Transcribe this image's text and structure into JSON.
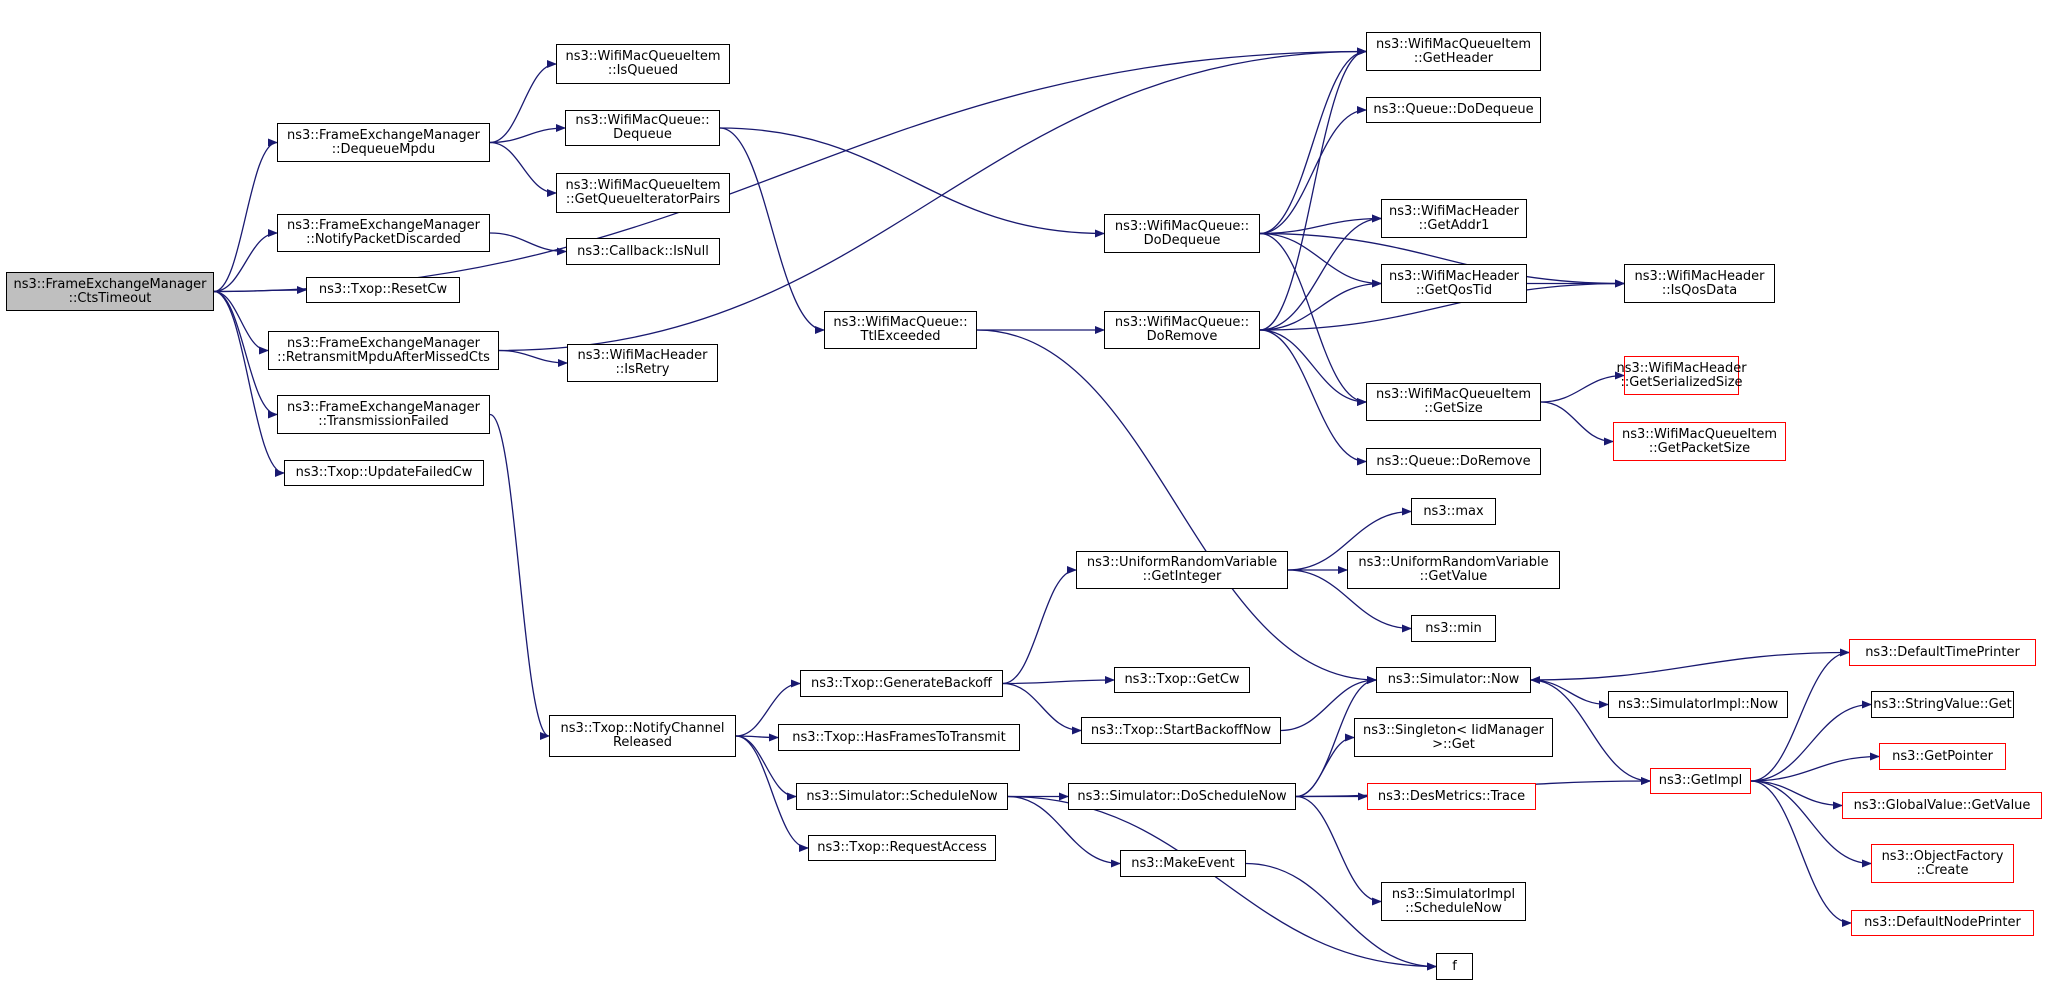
{
  "graph": {
    "edge_color": "#191970",
    "node_border_color": "#000000",
    "undocumented_border_color": "#ff0000",
    "root_fill_color": "#bfbfbf",
    "nodes": [
      {
        "id": "root",
        "lines": [
          "ns3::FrameExchangeManager",
          "::CtsTimeout"
        ],
        "style": "root"
      },
      {
        "id": "DequeueMpdu",
        "lines": [
          "ns3::FrameExchangeManager",
          "::DequeueMpdu"
        ],
        "style": "link"
      },
      {
        "id": "NotifyPacketDiscarded",
        "lines": [
          "ns3::FrameExchangeManager",
          "::NotifyPacketDiscarded"
        ],
        "style": "link"
      },
      {
        "id": "ResetCw",
        "lines": [
          "ns3::Txop::ResetCw"
        ],
        "style": "link"
      },
      {
        "id": "RetransmitMpdu",
        "lines": [
          "ns3::FrameExchangeManager",
          "::RetransmitMpduAfterMissedCts"
        ],
        "style": "link"
      },
      {
        "id": "TransmissionFailed",
        "lines": [
          "ns3::FrameExchangeManager",
          "::TransmissionFailed"
        ],
        "style": "link"
      },
      {
        "id": "UpdateFailedCw",
        "lines": [
          "ns3::Txop::UpdateFailedCw"
        ],
        "style": "link"
      },
      {
        "id": "IsQueued",
        "lines": [
          "ns3::WifiMacQueueItem",
          "::IsQueued"
        ],
        "style": "link"
      },
      {
        "id": "WMQDequeue",
        "lines": [
          "ns3::WifiMacQueue::",
          "Dequeue"
        ],
        "style": "link"
      },
      {
        "id": "GetQueueIteratorPairs",
        "lines": [
          "ns3::WifiMacQueueItem",
          "::GetQueueIteratorPairs"
        ],
        "style": "link"
      },
      {
        "id": "IsNull",
        "lines": [
          "ns3::Callback::IsNull"
        ],
        "style": "link"
      },
      {
        "id": "IsRetry",
        "lines": [
          "ns3::WifiMacHeader",
          "::IsRetry"
        ],
        "style": "link"
      },
      {
        "id": "NotifyChannelReleased",
        "lines": [
          "ns3::Txop::NotifyChannel",
          "Released"
        ],
        "style": "link"
      },
      {
        "id": "TtlExceeded",
        "lines": [
          "ns3::WifiMacQueue::",
          "TtlExceeded"
        ],
        "style": "link"
      },
      {
        "id": "DoDequeueWMQ",
        "lines": [
          "ns3::WifiMacQueue::",
          "DoDequeue"
        ],
        "style": "link"
      },
      {
        "id": "DoRemoveWMQ",
        "lines": [
          "ns3::WifiMacQueue::",
          "DoRemove"
        ],
        "style": "link"
      },
      {
        "id": "GetHeader",
        "lines": [
          "ns3::WifiMacQueueItem",
          "::GetHeader"
        ],
        "style": "link"
      },
      {
        "id": "QueueDoDequeue",
        "lines": [
          "ns3::Queue::DoDequeue"
        ],
        "style": "link"
      },
      {
        "id": "GetAddr1",
        "lines": [
          "ns3::WifiMacHeader",
          "::GetAddr1"
        ],
        "style": "link"
      },
      {
        "id": "GetQosTid",
        "lines": [
          "ns3::WifiMacHeader",
          "::GetQosTid"
        ],
        "style": "link"
      },
      {
        "id": "IsQosData",
        "lines": [
          "ns3::WifiMacHeader",
          "::IsQosData"
        ],
        "style": "link"
      },
      {
        "id": "GetSize",
        "lines": [
          "ns3::WifiMacQueueItem",
          "::GetSize"
        ],
        "style": "link"
      },
      {
        "id": "QueueDoRemove",
        "lines": [
          "ns3::Queue::DoRemove"
        ],
        "style": "link"
      },
      {
        "id": "GetSerializedSize",
        "lines": [
          "ns3::WifiMacHeader",
          "::GetSerializedSize"
        ],
        "style": "ext"
      },
      {
        "id": "GetPacketSize",
        "lines": [
          "ns3::WifiMacQueueItem",
          "::GetPacketSize"
        ],
        "style": "ext"
      },
      {
        "id": "GenerateBackoff",
        "lines": [
          "ns3::Txop::GenerateBackoff"
        ],
        "style": "link"
      },
      {
        "id": "HasFramesToTransmit",
        "lines": [
          "ns3::Txop::HasFramesToTransmit"
        ],
        "style": "link"
      },
      {
        "id": "ScheduleNow",
        "lines": [
          "ns3::Simulator::ScheduleNow"
        ],
        "style": "link"
      },
      {
        "id": "RequestAccess",
        "lines": [
          "ns3::Txop::RequestAccess"
        ],
        "style": "link"
      },
      {
        "id": "GetInteger",
        "lines": [
          "ns3::UniformRandomVariable",
          "::GetInteger"
        ],
        "style": "link"
      },
      {
        "id": "GetCw",
        "lines": [
          "ns3::Txop::GetCw"
        ],
        "style": "link"
      },
      {
        "id": "StartBackoffNow",
        "lines": [
          "ns3::Txop::StartBackoffNow"
        ],
        "style": "link"
      },
      {
        "id": "DoScheduleNow",
        "lines": [
          "ns3::Simulator::DoScheduleNow"
        ],
        "style": "link"
      },
      {
        "id": "MakeEvent",
        "lines": [
          "ns3::MakeEvent"
        ],
        "style": "link"
      },
      {
        "id": "max",
        "lines": [
          "ns3::max"
        ],
        "style": "link"
      },
      {
        "id": "GetValueURV",
        "lines": [
          "ns3::UniformRandomVariable",
          "::GetValue"
        ],
        "style": "link"
      },
      {
        "id": "min",
        "lines": [
          "ns3::min"
        ],
        "style": "link"
      },
      {
        "id": "SimNow",
        "lines": [
          "ns3::Simulator::Now"
        ],
        "style": "link"
      },
      {
        "id": "SingletonGet",
        "lines": [
          "ns3::Singleton< IidManager",
          " >::Get"
        ],
        "style": "link"
      },
      {
        "id": "DesMetricsTrace",
        "lines": [
          "ns3::DesMetrics::Trace"
        ],
        "style": "ext"
      },
      {
        "id": "SimImplScheduleNow",
        "lines": [
          "ns3::SimulatorImpl",
          "::ScheduleNow"
        ],
        "style": "link"
      },
      {
        "id": "f",
        "lines": [
          "f"
        ],
        "style": "link"
      },
      {
        "id": "SimImplNow",
        "lines": [
          "ns3::SimulatorImpl::Now"
        ],
        "style": "link"
      },
      {
        "id": "GetImpl",
        "lines": [
          "ns3::GetImpl"
        ],
        "style": "ext"
      },
      {
        "id": "DefaultTimePrinter",
        "lines": [
          "ns3::DefaultTimePrinter"
        ],
        "style": "ext"
      },
      {
        "id": "StringValueGet",
        "lines": [
          "ns3::StringValue::Get"
        ],
        "style": "link"
      },
      {
        "id": "GetPointer",
        "lines": [
          "ns3::GetPointer"
        ],
        "style": "ext"
      },
      {
        "id": "GlobalValueGetValue",
        "lines": [
          "ns3::GlobalValue::GetValue"
        ],
        "style": "ext"
      },
      {
        "id": "ObjectFactoryCreate",
        "lines": [
          "ns3::ObjectFactory",
          "::Create"
        ],
        "style": "ext"
      },
      {
        "id": "DefaultNodePrinter",
        "lines": [
          "ns3::DefaultNodePrinter"
        ],
        "style": "ext"
      }
    ],
    "edges": [
      [
        "root",
        "GetHeader"
      ],
      [
        "root",
        "DequeueMpdu"
      ],
      [
        "root",
        "NotifyPacketDiscarded"
      ],
      [
        "root",
        "ResetCw"
      ],
      [
        "root",
        "RetransmitMpdu"
      ],
      [
        "root",
        "TransmissionFailed"
      ],
      [
        "root",
        "UpdateFailedCw"
      ],
      [
        "DequeueMpdu",
        "IsQueued"
      ],
      [
        "DequeueMpdu",
        "WMQDequeue"
      ],
      [
        "DequeueMpdu",
        "GetQueueIteratorPairs"
      ],
      [
        "NotifyPacketDiscarded",
        "IsNull"
      ],
      [
        "RetransmitMpdu",
        "GetHeader"
      ],
      [
        "RetransmitMpdu",
        "IsRetry"
      ],
      [
        "TransmissionFailed",
        "NotifyChannelReleased"
      ],
      [
        "WMQDequeue",
        "DoDequeueWMQ"
      ],
      [
        "WMQDequeue",
        "TtlExceeded"
      ],
      [
        "TtlExceeded",
        "DoRemoveWMQ"
      ],
      [
        "TtlExceeded",
        "SimNow"
      ],
      [
        "DoDequeueWMQ",
        "GetHeader"
      ],
      [
        "DoDequeueWMQ",
        "QueueDoDequeue"
      ],
      [
        "DoDequeueWMQ",
        "GetAddr1"
      ],
      [
        "DoDequeueWMQ",
        "GetQosTid"
      ],
      [
        "DoDequeueWMQ",
        "IsQosData"
      ],
      [
        "DoDequeueWMQ",
        "GetSize"
      ],
      [
        "DoRemoveWMQ",
        "GetHeader"
      ],
      [
        "DoRemoveWMQ",
        "GetAddr1"
      ],
      [
        "DoRemoveWMQ",
        "GetQosTid"
      ],
      [
        "DoRemoveWMQ",
        "IsQosData"
      ],
      [
        "DoRemoveWMQ",
        "GetSize"
      ],
      [
        "DoRemoveWMQ",
        "QueueDoRemove"
      ],
      [
        "GetQosTid",
        "IsQosData"
      ],
      [
        "GetSize",
        "GetSerializedSize"
      ],
      [
        "GetSize",
        "GetPacketSize"
      ],
      [
        "NotifyChannelReleased",
        "GenerateBackoff"
      ],
      [
        "NotifyChannelReleased",
        "HasFramesToTransmit"
      ],
      [
        "NotifyChannelReleased",
        "ScheduleNow"
      ],
      [
        "NotifyChannelReleased",
        "RequestAccess"
      ],
      [
        "GenerateBackoff",
        "GetInteger"
      ],
      [
        "GenerateBackoff",
        "GetCw"
      ],
      [
        "GenerateBackoff",
        "StartBackoffNow"
      ],
      [
        "GetInteger",
        "max"
      ],
      [
        "GetInteger",
        "GetValueURV"
      ],
      [
        "GetInteger",
        "min"
      ],
      [
        "StartBackoffNow",
        "SimNow"
      ],
      [
        "ScheduleNow",
        "DoScheduleNow"
      ],
      [
        "ScheduleNow",
        "MakeEvent"
      ],
      [
        "ScheduleNow",
        "f"
      ],
      [
        "DoScheduleNow",
        "SimNow"
      ],
      [
        "DoScheduleNow",
        "SingletonGet"
      ],
      [
        "DoScheduleNow",
        "DesMetricsTrace"
      ],
      [
        "DoScheduleNow",
        "GetImpl"
      ],
      [
        "DoScheduleNow",
        "SimImplScheduleNow"
      ],
      [
        "MakeEvent",
        "f"
      ],
      [
        "SimNow",
        "SimImplNow"
      ],
      [
        "SimNow",
        "GetImpl"
      ],
      [
        "DefaultTimePrinter",
        "SimNow"
      ],
      [
        "GetImpl",
        "DefaultTimePrinter"
      ],
      [
        "GetImpl",
        "StringValueGet"
      ],
      [
        "GetImpl",
        "GetPointer"
      ],
      [
        "GetImpl",
        "GlobalValueGetValue"
      ],
      [
        "GetImpl",
        "ObjectFactoryCreate"
      ],
      [
        "GetImpl",
        "DefaultNodePrinter"
      ]
    ]
  }
}
